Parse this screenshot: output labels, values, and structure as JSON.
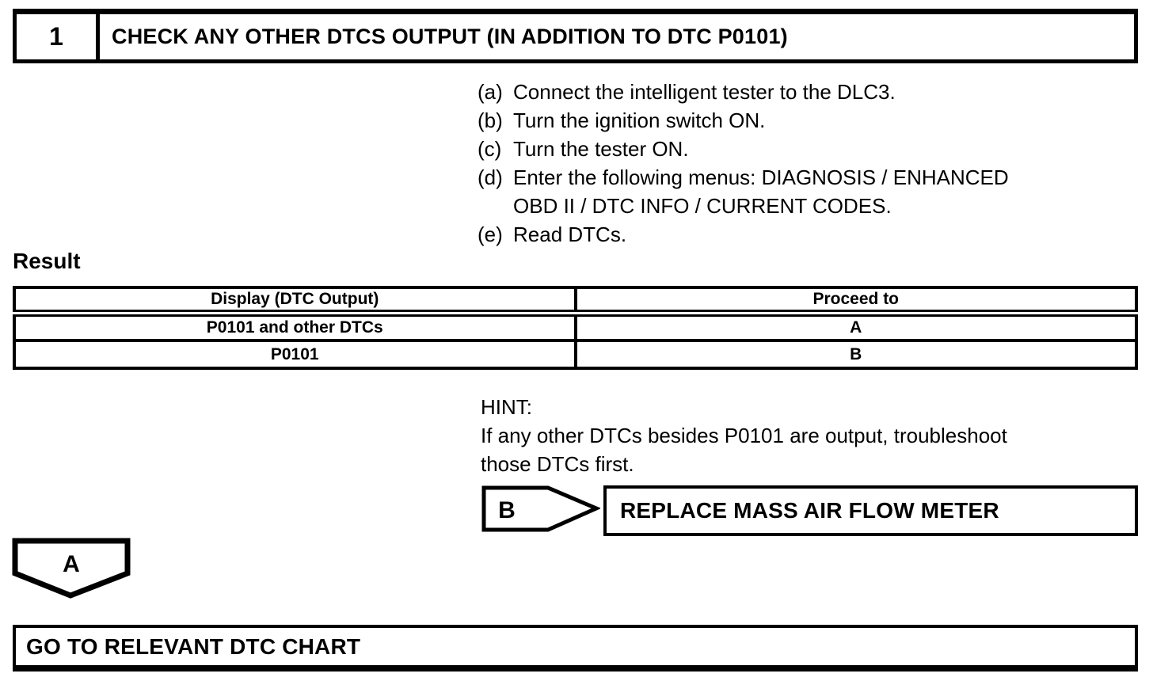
{
  "colors": {
    "ink": "#000000",
    "paper": "#ffffff"
  },
  "step": {
    "number": "1",
    "title": "CHECK ANY OTHER DTCS OUTPUT (IN ADDITION TO DTC P0101)"
  },
  "instructions": [
    {
      "label": "(a)",
      "lines": [
        "Connect the intelligent tester to the DLC3."
      ]
    },
    {
      "label": "(b)",
      "lines": [
        "Turn the ignition switch ON."
      ]
    },
    {
      "label": "(c)",
      "lines": [
        "Turn the tester ON."
      ]
    },
    {
      "label": "(d)",
      "lines": [
        "Enter the following menus: DIAGNOSIS / ENHANCED",
        "OBD II / DTC INFO / CURRENT CODES."
      ]
    },
    {
      "label": "(e)",
      "lines": [
        "Read DTCs."
      ]
    }
  ],
  "result": {
    "heading": "Result",
    "table": {
      "columns": [
        "Display (DTC Output)",
        "Proceed to"
      ],
      "rows": [
        [
          "P0101 and other DTCs",
          "A"
        ],
        [
          "P0101",
          "B"
        ]
      ]
    }
  },
  "hint": {
    "label": "HINT:",
    "lines": [
      "If any other DTCs besides P0101 are output, troubleshoot",
      "those DTCs first."
    ]
  },
  "branch_b": {
    "label": "B",
    "action": "REPLACE MASS AIR FLOW METER"
  },
  "branch_a": {
    "label": "A"
  },
  "next_step": {
    "title": "GO TO RELEVANT DTC CHART"
  }
}
